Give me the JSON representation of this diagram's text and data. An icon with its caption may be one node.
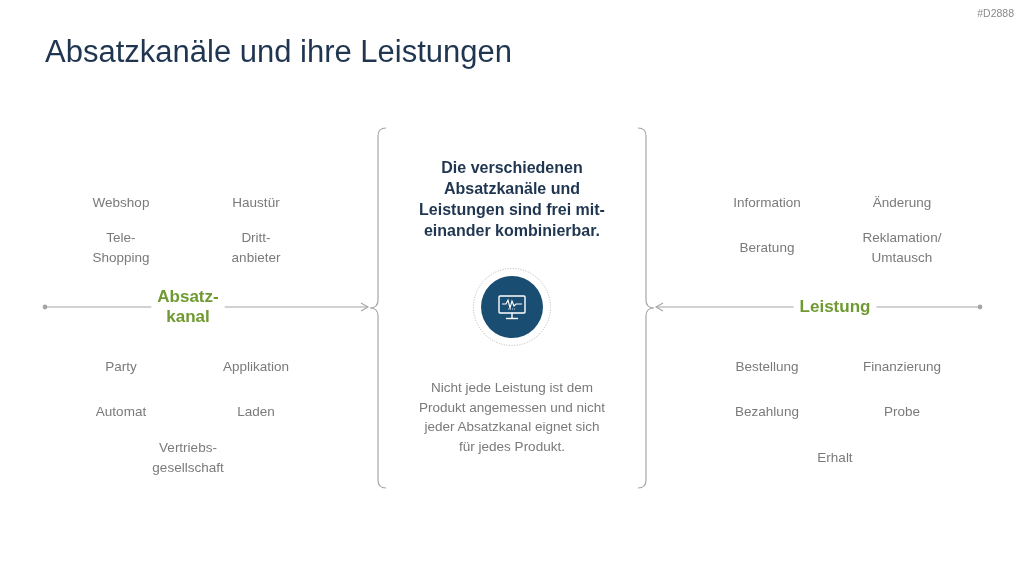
{
  "diagram": {
    "title": "Absatzkanäle und ihre Leistungen",
    "nodes": [
      {
        "text": [
          "Die verschiedenen Absatzkanäle und Leistungen sind frei mit- einander kombinierbar.",
          "Nicht jede Leistung ist dem Produkt angemessen und nicht jeder Absatzkanal eignet sich für jedes Produkt."
        ]
      },
      {
        "text": [
          "Absatz- kanal"
        ]
      },
      {
        "text": [
          "Leistung"
        ]
      }
    ],
    "edges": [
      {
        "from": 1,
        "to": null,
        "arrow": "other"
      },
      {
        "from": 1,
        "to": 0,
        "arrow": "to"
      },
      {
        "from": 2,
        "to": 0,
        "arrow": "to"
      },
      {
        "from": 2,
        "to": null,
        "arrow": "other"
      }
    ],
    "labels": [
      "#D2888",
      "Webshop",
      "Haustür",
      "Tele- Shopping",
      "Dritt- anbieter",
      "Party",
      "Applikation",
      "Automat",
      "Laden",
      "Vertriebs- gesellschaft",
      "Information",
      "Änderung",
      "Beratung",
      "Reklamation/ Umtausch",
      "Bestellung",
      "Finanzierung",
      "Bezahlung",
      "Probe",
      "Erhalt"
    ]
  }
}
